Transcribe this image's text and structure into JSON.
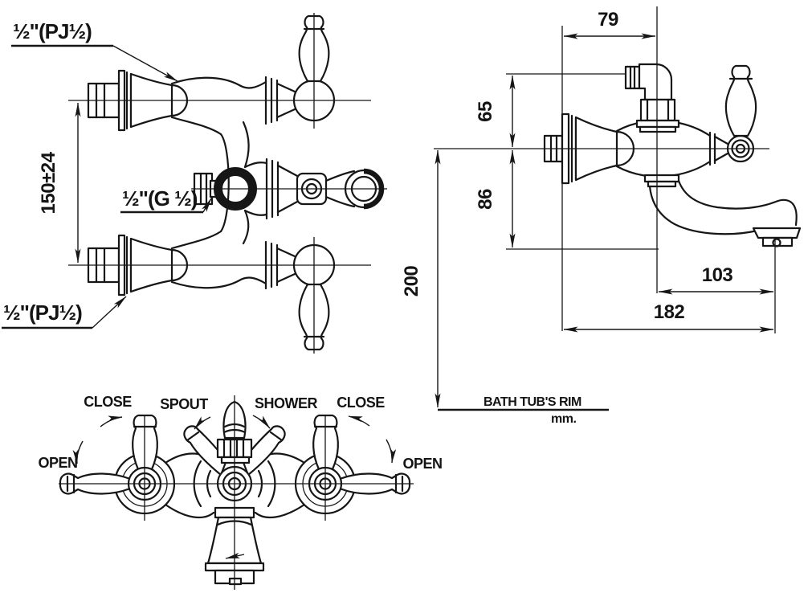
{
  "title": "Bath and shower wall-mixer technical drawing",
  "colors": {
    "background": "#ffffff",
    "line": "#161616"
  },
  "plan_view": {
    "label_inlet_top": "½\"(PJ½)",
    "label_connection_center": "½\"(G ½)",
    "label_inlet_bottom": "½\"(PJ½)",
    "dim_inlet_spacing": "150±24"
  },
  "side_view": {
    "dim_wall_to_shower_axis": "79",
    "dim_above_axis": "65",
    "dim_below_axis": "86",
    "dim_axis_to_rim": "200",
    "dim_spout_reach_from_shower_axis": "103",
    "dim_overall_reach": "182",
    "ref_line_label": "BATH TUB'S RIM",
    "units_label": "mm."
  },
  "operation_view": {
    "label_close_left": "CLOSE",
    "label_spout": "SPOUT",
    "label_shower": "SHOWER",
    "label_close_right": "CLOSE",
    "label_open_left": "OPEN",
    "label_open_right": "OPEN"
  }
}
